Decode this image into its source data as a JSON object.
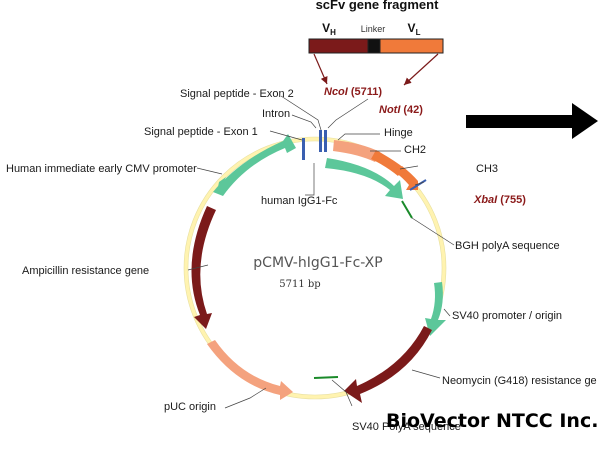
{
  "fragment": {
    "title": "scFv gene fragment",
    "vh": "V",
    "vh_sub": "H",
    "vl": "V",
    "vl_sub": "L",
    "linker": "Linker"
  },
  "plasmid": {
    "name": "pCMV-hIgG1-Fc-XP",
    "size": "5711 bp"
  },
  "labels": {
    "signal_exon2": "Signal peptide - Exon 2",
    "intron": "Intron",
    "signal_exon1": "Signal peptide - Exon 1",
    "cmv": "Human immediate early CMV promoter",
    "igg1": "human IgG1-Fc",
    "hinge": "Hinge",
    "ch2": "CH2",
    "ch3": "CH3",
    "bgh": "BGH polyA sequence",
    "amp": "Ampicillin resistance gene",
    "sv40_promoter": "SV40 promoter / origin",
    "neo": "Neomycin (G418) resistance ge",
    "puc": "pUC origin",
    "sv40_polya": "SV40 PolyA sequence"
  },
  "sites": {
    "ncoi_name": "NcoI",
    "ncoi_pos": "(5711)",
    "noti_name": "NotI",
    "noti_pos": "(42)",
    "xbai_name": "XbaI",
    "xbai_pos": "(755)"
  },
  "brand": "BioVector NTCC Inc.",
  "colors": {
    "dark_red": "#7b1a1a",
    "orange": "#f07a3a",
    "salmon": "#f4a27e",
    "teal": "#5cc79a",
    "backbone": "#fff7c0"
  }
}
